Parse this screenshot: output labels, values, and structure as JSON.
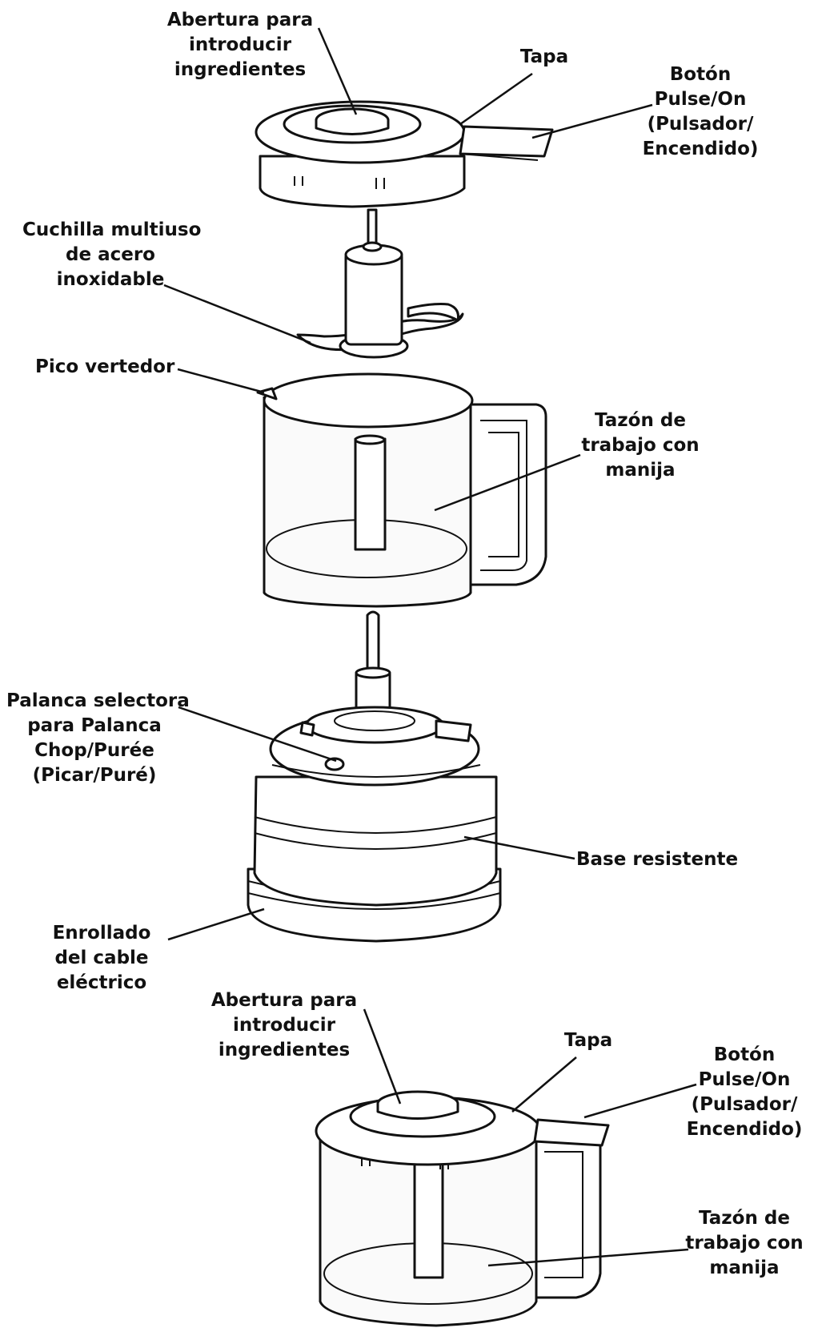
{
  "labels": {
    "feed_tube_top": [
      "Abertura para",
      "introducir",
      "ingredientes"
    ],
    "lid_top": [
      "Tapa"
    ],
    "pulse_button_top": [
      "Botón",
      "Pulse/On",
      "(Pulsador/",
      "Encendido)"
    ],
    "blade": [
      "Cuchilla multiuso",
      "de acero",
      "inoxidable"
    ],
    "spout": [
      "Pico vertedor"
    ],
    "bowl_top": [
      "Tazón de",
      "trabajo con",
      "manija"
    ],
    "selector_lever": [
      "Palanca selectora",
      "para Palanca",
      "Chop/Purée",
      "(Picar/Puré)"
    ],
    "base": [
      "Base resistente"
    ],
    "cord_wrap": [
      "Enrollado",
      "del cable",
      "eléctrico"
    ],
    "feed_tube_bottom": [
      "Abertura para",
      "introducir",
      "ingredientes"
    ],
    "lid_bottom": [
      "Tapa"
    ],
    "pulse_button_bottom": [
      "Botón",
      "Pulse/On",
      "(Pulsador/",
      "Encendido)"
    ],
    "bowl_bottom": [
      "Tazón de",
      "trabajo con",
      "manija"
    ]
  }
}
